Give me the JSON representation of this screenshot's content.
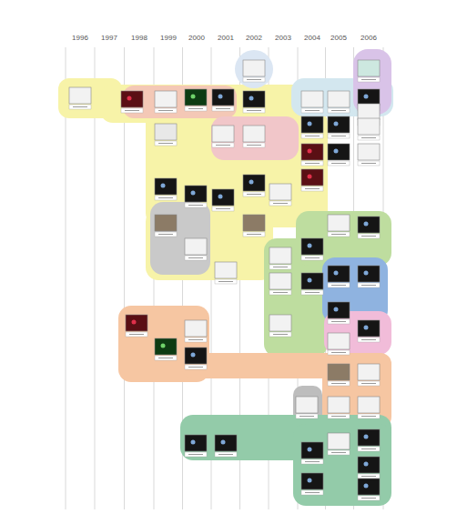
{
  "diagram": {
    "labels": [
      "1996",
      "1997",
      "1998",
      "1999",
      "2000",
      "2001",
      "2002",
      "2003",
      "2004",
      "2005",
      "2006"
    ]
  }
}
